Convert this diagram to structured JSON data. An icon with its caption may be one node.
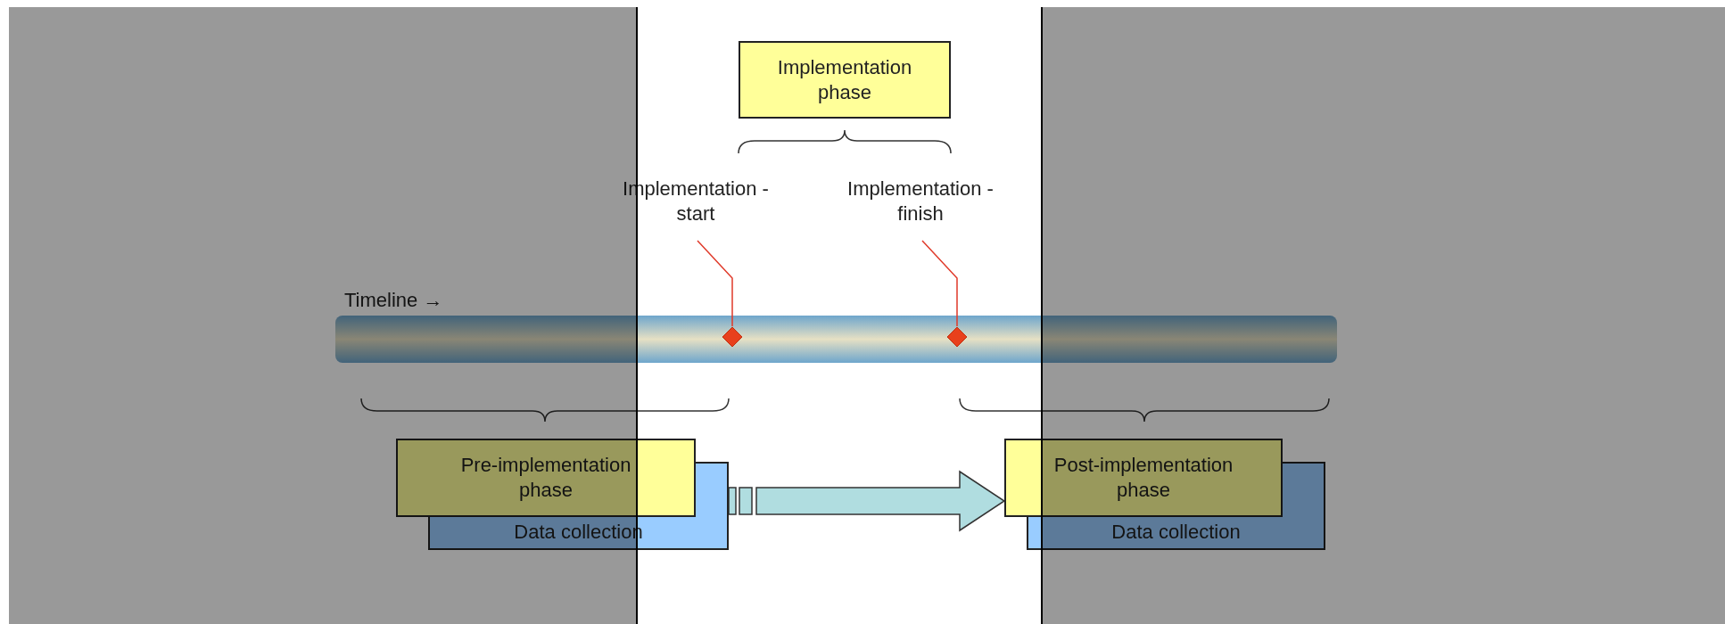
{
  "diagram": {
    "nodes": [
      {
        "text": [
          "Implementation phase"
        ]
      },
      {
        "text": [
          "Implementation - start"
        ]
      },
      {
        "text": [
          "Implementation - finish"
        ]
      },
      {
        "text": [],
        "shape": "diamond"
      },
      {
        "text": [],
        "shape": "diamond"
      },
      {
        "text": [
          "Pre-implementation phase"
        ]
      },
      {
        "text": [
          "Data collection"
        ]
      },
      {
        "text": [
          "Post-implementation phase"
        ]
      },
      {
        "text": [
          "Data collection"
        ]
      }
    ],
    "edges": [
      {
        "from": 1,
        "to": 3,
        "arrow": "none",
        "color": "#e03a2a"
      },
      {
        "from": 2,
        "to": 4,
        "arrow": "none",
        "color": "#e03a2a"
      },
      {
        "from": 6,
        "to": 7,
        "arrow": "to",
        "style": "thick"
      }
    ],
    "labels": [
      "Timeline →"
    ]
  }
}
